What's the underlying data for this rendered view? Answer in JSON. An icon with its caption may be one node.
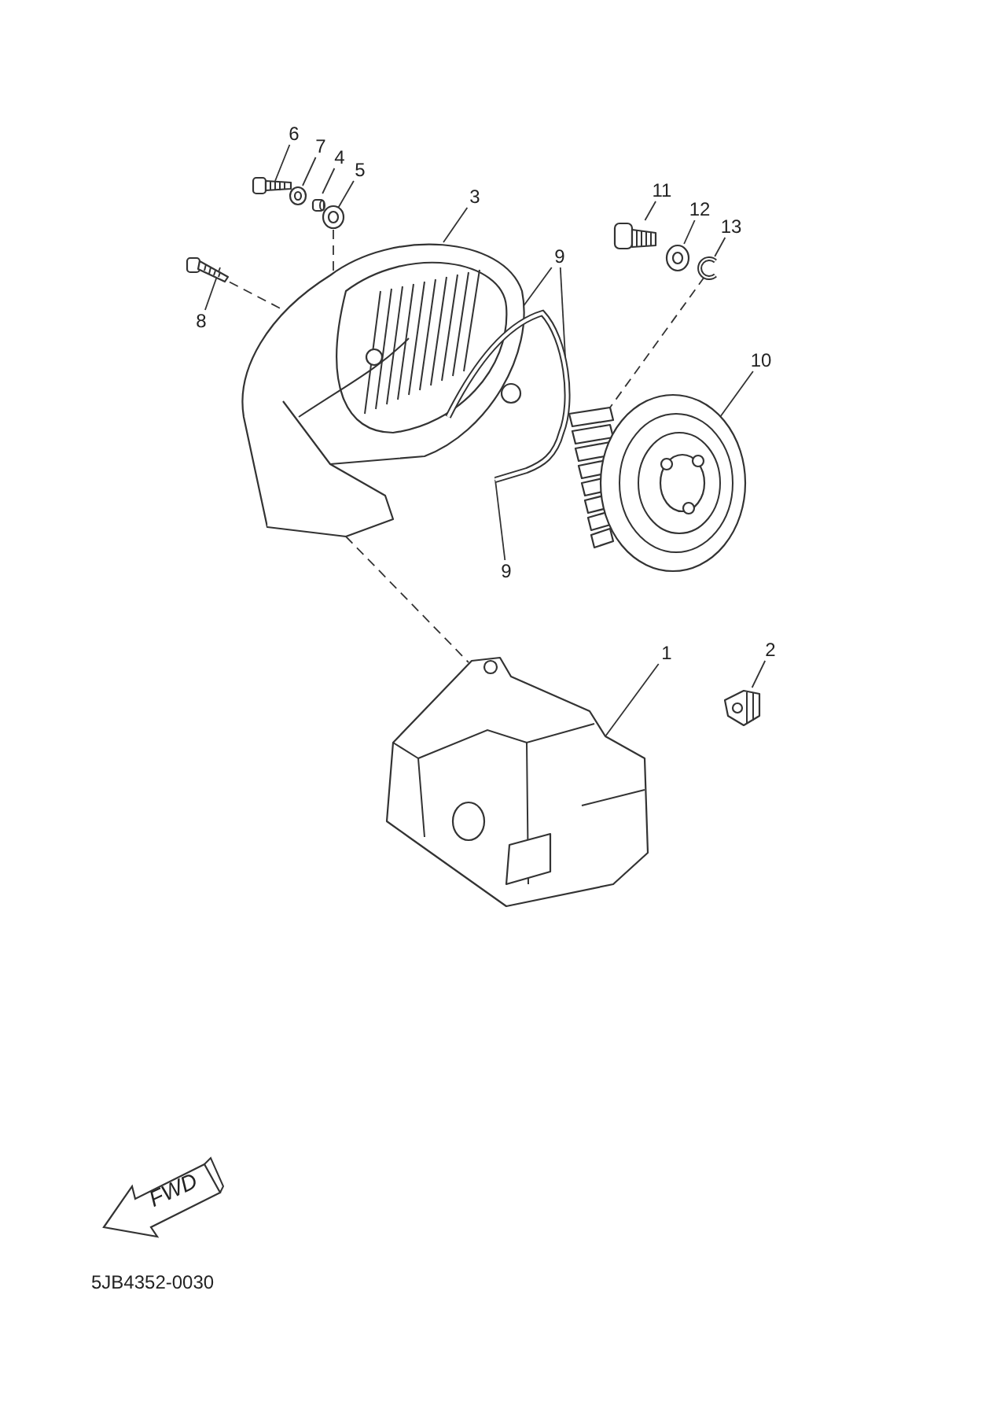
{
  "diagram": {
    "nodes": [
      {
        "text": [
          "6"
        ]
      },
      {
        "text": [
          "7"
        ]
      },
      {
        "text": [
          "4"
        ]
      },
      {
        "text": [
          "5"
        ]
      },
      {
        "text": [
          "3"
        ]
      },
      {
        "text": [
          "8"
        ]
      },
      {
        "text": [
          "11"
        ]
      },
      {
        "text": [
          "12"
        ]
      },
      {
        "text": [
          "13"
        ]
      },
      {
        "text": [
          "9"
        ]
      },
      {
        "text": [
          "10"
        ]
      },
      {
        "text": [
          "9"
        ]
      },
      {
        "text": [
          "1"
        ]
      },
      {
        "text": [
          "2"
        ]
      },
      {
        "text": [],
        "shape": "picture"
      },
      {
        "text": [],
        "shape": "picture"
      },
      {
        "text": [],
        "shape": "picture"
      },
      {
        "text": [],
        "shape": "picture"
      },
      {
        "text": [],
        "shape": "picture"
      },
      {
        "text": [],
        "shape": "picture"
      },
      {
        "text": [],
        "shape": "picture"
      },
      {
        "text": [],
        "shape": "picture"
      },
      {
        "text": [],
        "shape": "picture"
      },
      {
        "text": [],
        "shape": "picture"
      },
      {
        "text": [],
        "shape": "picture"
      },
      {
        "text": [],
        "shape": "picture"
      },
      {
        "text": [],
        "shape": "picture"
      }
    ],
    "edges": [
      {
        "from": 0,
        "to": 14,
        "arrow": "none"
      },
      {
        "from": 1,
        "to": 15,
        "arrow": "none"
      },
      {
        "from": 2,
        "to": 16,
        "arrow": "none"
      },
      {
        "from": 3,
        "to": 17,
        "arrow": "none"
      },
      {
        "from": 4,
        "to": 18,
        "arrow": "none"
      },
      {
        "from": 5,
        "to": 19,
        "arrow": "none"
      },
      {
        "from": 6,
        "to": 20,
        "arrow": "none"
      },
      {
        "from": 7,
        "to": 21,
        "arrow": "none"
      },
      {
        "from": 8,
        "to": 22,
        "arrow": "none"
      },
      {
        "from": 9,
        "to": 23,
        "arrow": "none"
      },
      {
        "from": 9,
        "to": 23,
        "arrow": "none"
      },
      {
        "from": 10,
        "to": 24,
        "arrow": "none"
      },
      {
        "from": 11,
        "to": 23,
        "arrow": "none"
      },
      {
        "from": 12,
        "to": 25,
        "arrow": "none"
      },
      {
        "from": 13,
        "to": 26,
        "arrow": "none"
      },
      {
        "from": 17,
        "to": 18,
        "arrow": "none",
        "style": "dashed"
      },
      {
        "from": 19,
        "to": 18,
        "arrow": "none",
        "style": "dashed"
      },
      {
        "from": 22,
        "to": 24,
        "arrow": "none",
        "style": "dashed"
      },
      {
        "from": 18,
        "to": 25,
        "arrow": "none",
        "style": "dashed"
      }
    ],
    "labels": [
      "FWD",
      "5JB4352-0030"
    ]
  }
}
